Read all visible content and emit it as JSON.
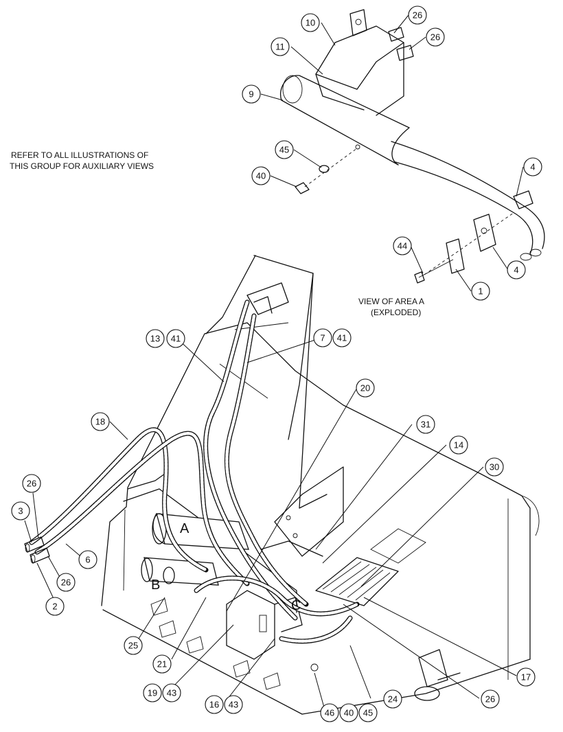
{
  "notes": {
    "refer_line1": "REFER TO ALL ILLUSTRATIONS OF",
    "refer_line2": "THIS GROUP FOR AUXILIARY VIEWS",
    "view_line1": "VIEW OF AREA A",
    "view_line2": "(EXPLODED)"
  },
  "area_letters": {
    "a": "A",
    "b": "B",
    "c": "C"
  },
  "callouts": {
    "c1": "1",
    "c2": "2",
    "c3": "3",
    "c4a": "4",
    "c4b": "4",
    "c6": "6",
    "c7": "7",
    "c9": "9",
    "c10": "10",
    "c11": "11",
    "c13": "13",
    "c14": "14",
    "c16": "16",
    "c17": "17",
    "c18": "18",
    "c19": "19",
    "c20": "20",
    "c21": "21",
    "c24": "24",
    "c25": "25",
    "c26a": "26",
    "c26b": "26",
    "c26c": "26",
    "c26d": "26",
    "c26e": "26",
    "c30": "30",
    "c31": "31",
    "c40a": "40",
    "c40b": "40",
    "c41a": "41",
    "c41b": "41",
    "c43a": "43",
    "c43b": "43",
    "c44": "44",
    "c45a": "45",
    "c45b": "45",
    "c46": "46"
  }
}
